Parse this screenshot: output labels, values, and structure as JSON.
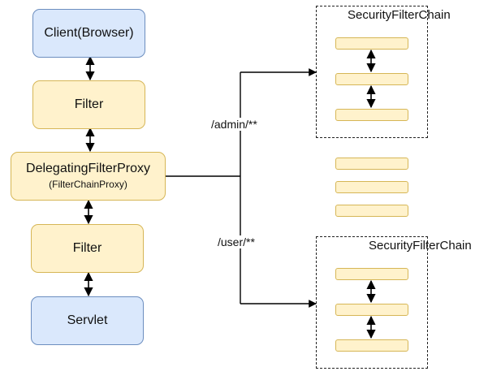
{
  "diagram": {
    "nodes": {
      "client": {
        "label": "Client(Browser)"
      },
      "filter_top": {
        "label": "Filter"
      },
      "delegating": {
        "label": "DelegatingFilterProxy",
        "sublabel": "(FilterChainProxy)"
      },
      "filter_bottom": {
        "label": "Filter"
      },
      "servlet": {
        "label": "Servlet"
      }
    },
    "chains": {
      "admin_chain": {
        "title": "SecurityFilterChain",
        "bar_count": 3
      },
      "middle_bars": {
        "bar_count": 3
      },
      "user_chain": {
        "title": "SecurityFilterChain",
        "bar_count": 3
      }
    },
    "edges": {
      "admin_label": "/admin/**",
      "user_label": "/user/**"
    },
    "colors": {
      "blue_fill": "#dae8fc",
      "blue_stroke": "#6c8ebf",
      "yellow_fill": "#fff2cc",
      "yellow_stroke": "#d6b656",
      "line": "#000000"
    }
  }
}
